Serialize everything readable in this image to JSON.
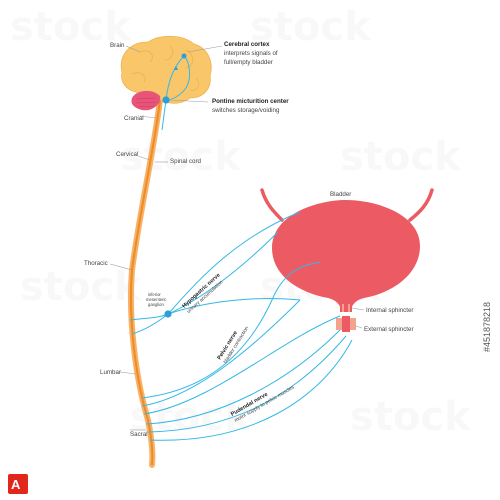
{
  "labels": {
    "brain": "Brain",
    "cerebral_cortex_title": "Cerebral cortex",
    "cerebral_cortex_line1": "interprets signals of",
    "cerebral_cortex_line2": "full/empty bladder",
    "pontine_title": "Pontine micturition center",
    "pontine_desc": "switches storage/voiding",
    "cranial": "Cranial",
    "cervical": "Cervical",
    "spinal_cord": "Spinal cord",
    "thoracic": "Thoracic",
    "lumbar": "Lumbar",
    "sacral": "Sacral",
    "bladder": "Bladder",
    "internal_sphincter": "Internal sphincter",
    "external_sphincter": "External sphincter",
    "ganglion_line1": "inferior",
    "ganglion_line2": "mesenteric",
    "ganglion_line3": "ganglion"
  },
  "nerves": {
    "hypogastric_title": "Hypogastric nerve",
    "hypogastric_desc": "urinary accumulation",
    "pelvic_title": "Pelvic nerve",
    "pelvic_desc": "bladder contraction",
    "pudendal_title": "Pudendal nerve",
    "pudendal_desc": "motor supply to pelvic muscles"
  },
  "stock": {
    "id": "#451878218"
  },
  "colors": {
    "brain": "#f9c66a",
    "cerebellum": "#e8537a",
    "spine": "#f7b267",
    "spine_core": "#f08a24",
    "bladder": "#ec5a63",
    "sphincter": "#f3a38c",
    "nerve": "#35b8e6",
    "node": "#2a9fd8"
  }
}
